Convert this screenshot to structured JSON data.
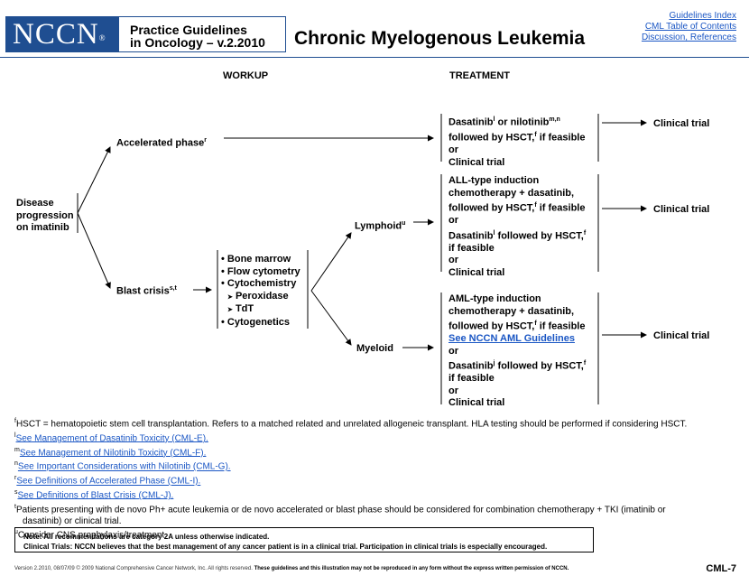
{
  "header": {
    "logo": "NCCN",
    "logo_mark": "®",
    "guidelines_line1": "Practice Guidelines",
    "guidelines_line2": "in Oncology – v.2.2010",
    "title": "Chronic Myelogenous Leukemia",
    "links": [
      "Guidelines Index",
      "CML Table of Contents",
      "Discussion, References"
    ]
  },
  "columns": {
    "workup": "WORKUP",
    "treatment": "TREATMENT"
  },
  "start": [
    "Disease",
    "progression",
    "on imatinib"
  ],
  "accelerated": {
    "label": "Accelerated phase",
    "sup": "r"
  },
  "blast": {
    "label": "Blast crisis",
    "sup": "s,t"
  },
  "workup_items": {
    "bone_marrow": "• Bone marrow",
    "flow": "• Flow cytometry",
    "cytochem": "• Cytochemistry",
    "peroxidase": "Peroxidase",
    "tdt": "TdT",
    "cytogen": "• Cytogenetics",
    "bullet": "➤"
  },
  "lymphoid": {
    "label": "Lymphoid",
    "sup": "u"
  },
  "myeloid": {
    "label": "Myeloid"
  },
  "treat_accel": {
    "l1a": "Dasatinib",
    "l1s1": "l",
    "l1b": " or nilotinib",
    "l1s2": "m,n",
    "l2a": "followed by HSCT,",
    "l2s": "f",
    "l2b": " if feasible",
    "or": "or",
    "l4": "Clinical trial"
  },
  "treat_lymph": {
    "l1": "ALL-type induction",
    "l2": "chemotherapy + dasatinib,",
    "l3a": "followed by HSCT,",
    "l3s": "f",
    "l3b": " if feasible",
    "or": "or",
    "l5a": "Dasatinib",
    "l5s1": "l",
    "l5b": " followed by HSCT,",
    "l5s2": "f",
    "l6": "if feasible",
    "or2": "or",
    "l8": "Clinical trial"
  },
  "treat_myel": {
    "l1": "AML-type induction",
    "l2": "chemotherapy + dasatinib,",
    "l3a": "followed by HSCT,",
    "l3s": "f",
    "l3b": " if feasible",
    "l4": "See NCCN AML Guidelines",
    "or": "or",
    "l6a": "Dasatinib",
    "l6s1": "j",
    "l6b": " followed by HSCT,",
    "l6s2": "f",
    "l7": "if feasible",
    "or2": "or",
    "l9": "Clinical trial"
  },
  "outcome": "Clinical trial",
  "footnotes": [
    {
      "sup": "f",
      "text": "HSCT = hematopoietic stem cell transplantation. Refers to a matched related and unrelated allogeneic transplant. HLA testing should be performed if considering HSCT."
    },
    {
      "sup": "l",
      "text": "See Management of Dasatinib Toxicity (CML-E)."
    },
    {
      "sup": "m",
      "text": "See Management of Nilotinib Toxicity (CML-F)."
    },
    {
      "sup": "n",
      "text": "See Important Considerations with Nilotinib (CML-G)."
    },
    {
      "sup": "r",
      "text": "See Definitions of Accelerated Phase (CML-I)."
    },
    {
      "sup": "s",
      "text": "See Definitions of Blast Crisis (CML-J)."
    },
    {
      "sup": "t",
      "text": "Patients presenting with de novo Ph+ acute leukemia or de novo accelerated or blast phase should be considered for combination chemotherapy + TKI (imatinib or"
    },
    {
      "sup": "",
      "text": "dasatinib) or clinical trial."
    },
    {
      "sup": "u",
      "text": "Consider CNS prophylaxis/treatment."
    }
  ],
  "note": {
    "line1": "Note:  All recommendations are category 2A unless otherwise indicated.",
    "line2": "Clinical Trials: NCCN believes that the best management of any cancer patient is in a clinical trial.  Participation in clinical trials is especially encouraged."
  },
  "footer": {
    "text": "Version 2.2010, 08/07/09 © 2009 National Comprehensive Cancer Network, Inc. All rights reserved.",
    "bold": "These guidelines and this illustration may not be reproduced in any form without the express written permission of NCCN.",
    "page": "CML-7"
  }
}
